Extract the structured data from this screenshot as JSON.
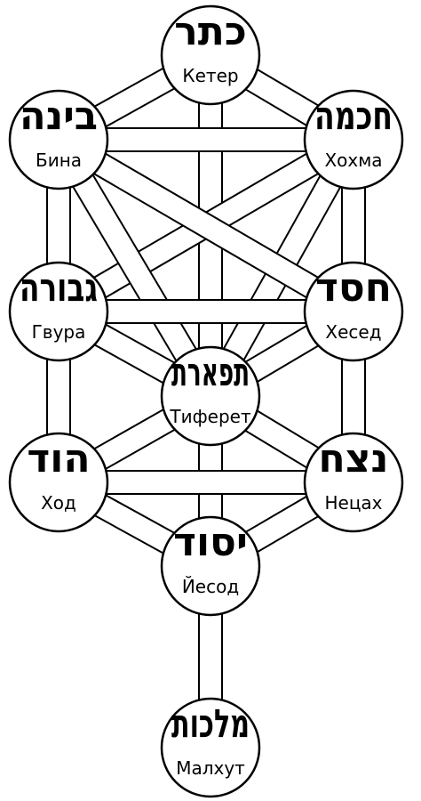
{
  "sefirot": [
    {
      "id": "keter",
      "hebrew": "כתר",
      "russian": "Кетер"
    },
    {
      "id": "chokhmah",
      "hebrew": "חכמה",
      "russian": "Хохма"
    },
    {
      "id": "binah",
      "hebrew": "בינה",
      "russian": "Бина"
    },
    {
      "id": "chesed",
      "hebrew": "חסד",
      "russian": "Хесед"
    },
    {
      "id": "gevurah",
      "hebrew": "גבורה",
      "russian": "Гвура"
    },
    {
      "id": "tiferet",
      "hebrew": "תפארת",
      "russian": "Тиферет"
    },
    {
      "id": "netzach",
      "hebrew": "נצח",
      "russian": "Нецах"
    },
    {
      "id": "hod",
      "hebrew": "הוד",
      "russian": "Ход"
    },
    {
      "id": "yesod",
      "hebrew": "יסוד",
      "russian": "Йесод"
    },
    {
      "id": "malkhut",
      "hebrew": "מלכות",
      "russian": "Малхут"
    }
  ],
  "paths": [
    [
      "keter",
      "chokhmah"
    ],
    [
      "keter",
      "binah"
    ],
    [
      "keter",
      "tiferet"
    ],
    [
      "chokhmah",
      "binah"
    ],
    [
      "chokhmah",
      "chesed"
    ],
    [
      "chokhmah",
      "tiferet"
    ],
    [
      "chokhmah",
      "gevurah"
    ],
    [
      "binah",
      "gevurah"
    ],
    [
      "binah",
      "tiferet"
    ],
    [
      "binah",
      "chesed"
    ],
    [
      "chesed",
      "gevurah"
    ],
    [
      "chesed",
      "tiferet"
    ],
    [
      "chesed",
      "netzach"
    ],
    [
      "gevurah",
      "tiferet"
    ],
    [
      "gevurah",
      "hod"
    ],
    [
      "tiferet",
      "netzach"
    ],
    [
      "tiferet",
      "hod"
    ],
    [
      "tiferet",
      "yesod"
    ],
    [
      "netzach",
      "hod"
    ],
    [
      "netzach",
      "yesod"
    ],
    [
      "hod",
      "yesod"
    ],
    [
      "yesod",
      "malkhut"
    ]
  ]
}
